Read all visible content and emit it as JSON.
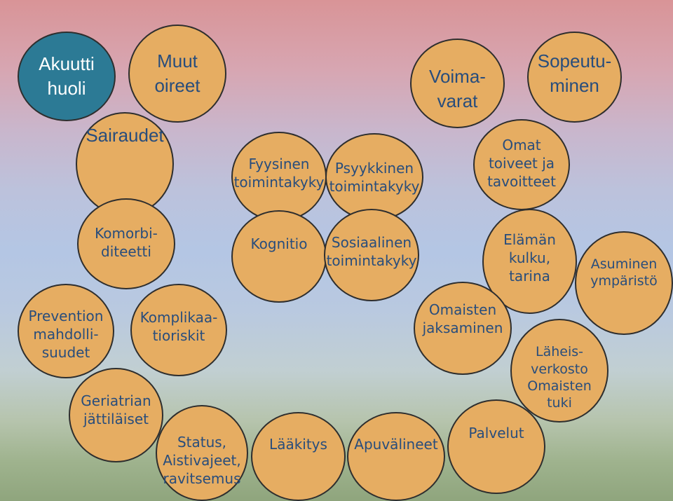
{
  "nodes": {
    "akuutti_huoli": "Akuutti\nhuoli",
    "muut_oireet": "Muut\noireet",
    "sairaudet": "Sairaudet",
    "fyysinen_toimintakyky": "Fyysinen\ntoimintakyky",
    "psyykkinen_toimintakyky": "Psyykkinen\ntoimintakyky",
    "voimavarat": "Voima-\nvarat",
    "sopeutuminen": "Sopeutu-\nminen",
    "omat_toiveet": "Omat\ntoiveet ja\ntavoitteet",
    "komorbiditeetti": "Komorbi-\nditeetti",
    "kognitio": "Kognitio",
    "sosiaalinen_toimintakyky": "Sosiaalinen\ntoimintakyky",
    "elaman_kulku": "Elämän\nkulku,\ntarina",
    "asuminen": "Asuminen\nympäristö",
    "prevention": "Prevention\nmahdolli-\nsuudet",
    "komplikaatioriskit": "Komplikaa-\ntioriskit",
    "omaisten_jaksaminen": "Omaisten\njaksaminen",
    "laheisverkosto": "Läheis-\nverkosto\nOmaisten\ntuki",
    "geriatrian": "Geriatrian\njättiläiset",
    "status": "Status,\nAistivajeet,\nravitsemus",
    "laakitys": "Lääkitys",
    "apuvalineet": "Apuvälineet",
    "palvelut": "Palvelut"
  },
  "colors": {
    "node_fill": "#e6ad62",
    "node_fill_highlight": "#2c7a95",
    "text": "#284d7c"
  }
}
